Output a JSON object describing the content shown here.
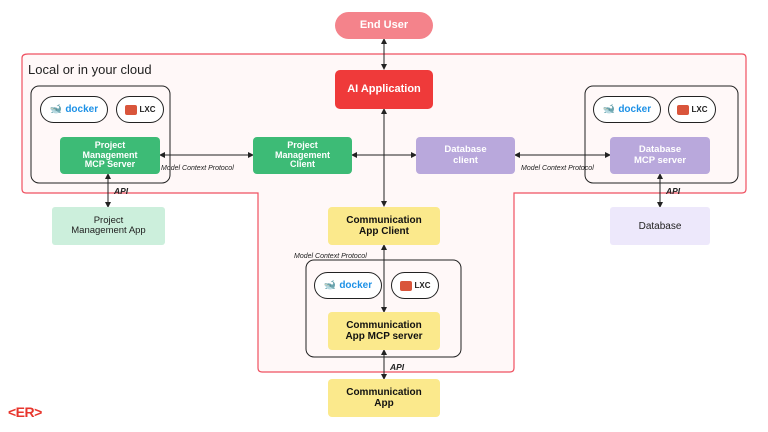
{
  "region_title": "Local or in your cloud",
  "nodes": {
    "end_user": "End User",
    "ai_app": "AI Application",
    "pm_mcp_server": "Project\nManagement\nMCP Server",
    "pm_client": "Project\nManagement\nClient",
    "db_client": "Database\nclient",
    "db_mcp_server": "Database\nMCP server",
    "pm_app": "Project\nManagement App",
    "database": "Database",
    "comm_client": "Communication\nApp Client",
    "comm_mcp_server": "Communication\nApp MCP server",
    "comm_app": "Communication\nApp"
  },
  "labels": {
    "mcp_left": "Model Context Protocol",
    "mcp_right": "Model Context Protocol",
    "mcp_bottom": "Model Context Protocol",
    "api_left": "API",
    "api_right": "API",
    "api_bottom": "API"
  },
  "chips": {
    "docker": "docker",
    "lxc": "LXC"
  },
  "logo": "<ER>",
  "colors": {
    "accent_red": "#ef3a3a",
    "pink": "#f4838b",
    "green": "#3dbb76",
    "light_green": "#ccefdc",
    "purple": "#b9a8dc",
    "light_purple": "#ede8fb",
    "yellow": "#fbe98c"
  }
}
